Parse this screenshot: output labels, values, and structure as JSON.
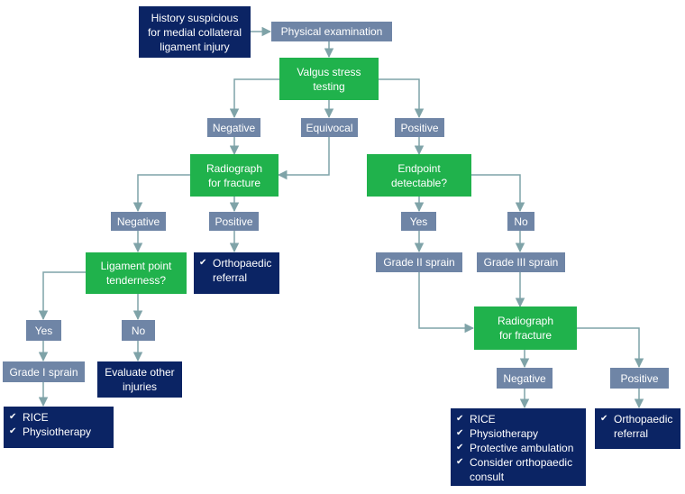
{
  "colors": {
    "navy": "#0b2464",
    "green": "#20b24c",
    "grey": "#6f85a6",
    "connector": "#7fa3a8"
  },
  "nodes": {
    "history": "History suspicious\nfor medial collateral\nligament injury",
    "physical_exam": "Physical examination",
    "valgus": "Valgus stress\ntesting",
    "negative1": "Negative",
    "equivocal": "Equivocal",
    "positive1": "Positive",
    "radiograph1": "Radiograph\nfor fracture",
    "endpoint": "Endpoint\ndetectable?",
    "negative2": "Negative",
    "positive2": "Positive",
    "yes1": "Yes",
    "no1": "No",
    "ligament": "Ligament point\ntenderness?",
    "ortho_referral1": "Orthopaedic\nreferral",
    "grade2": "Grade II sprain",
    "grade3": "Grade III sprain",
    "yes2": "Yes",
    "no2": "No",
    "radiograph2": "Radiograph\nfor fracture",
    "grade1": "Grade I sprain",
    "evaluate": "Evaluate other\ninjuries",
    "negative3": "Negative",
    "positive3": "Positive",
    "grade1_list": [
      "RICE",
      "Physiotherapy"
    ],
    "grade3_list": [
      "RICE",
      "Physiotherapy",
      "Protective ambulation",
      "Consider orthopaedic\nconsult"
    ],
    "ortho_referral2": "Orthopaedic\nreferral"
  }
}
